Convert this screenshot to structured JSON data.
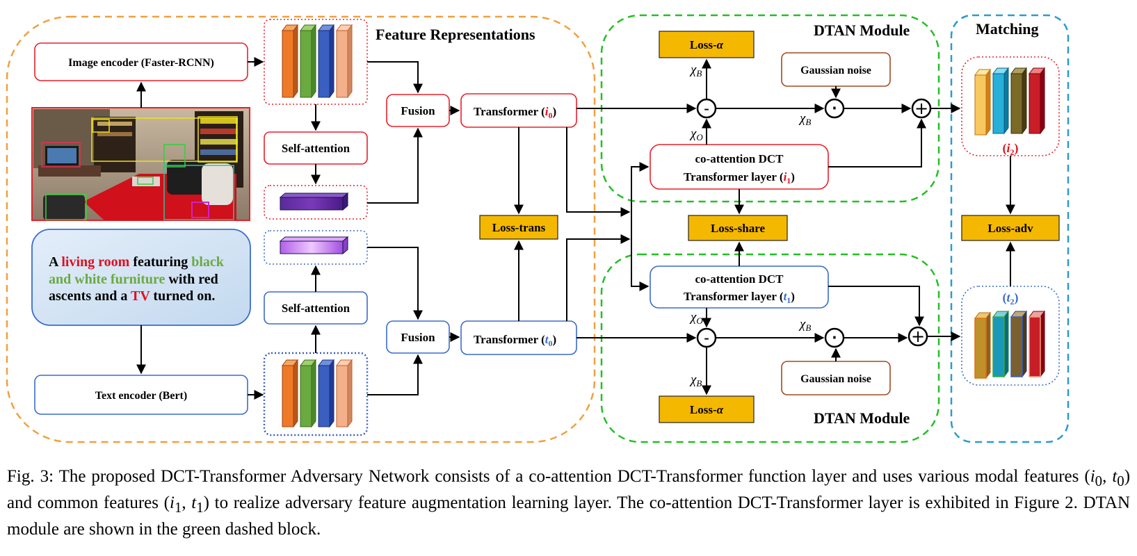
{
  "groups": {
    "feature_title": "Feature Representations",
    "dtan_top_title": "DTAN Module",
    "dtan_bottom_title": "DTAN Module",
    "matching_title": "Matching"
  },
  "boxes": {
    "image_encoder": "Image encoder (Faster-RCNN)",
    "text_encoder": "Text encoder (Bert)",
    "self_attention_img": "Self-attention",
    "self_attention_txt": "Self-attention",
    "fusion_img": "Fusion",
    "fusion_txt": "Fusion",
    "transformer_img": "Transformer",
    "transformer_img_sym": "i",
    "transformer_img_sub": "0",
    "transformer_txt": "Transformer",
    "transformer_txt_sym": "t",
    "transformer_txt_sub": "0",
    "coatt_img_line1": "co-attention DCT",
    "coatt_img_line2": "Transformer layer",
    "coatt_img_sym": "i",
    "coatt_img_sub": "1",
    "coatt_txt_line1": "co-attention DCT",
    "coatt_txt_line2": "Transformer layer",
    "coatt_txt_sym": "t",
    "coatt_txt_sub": "1",
    "gaussian_top": "Gaussian noise",
    "gaussian_bottom": "Gaussian noise",
    "out_img_sym": "i",
    "out_img_sub": "2",
    "out_txt_sym": "t",
    "out_txt_sub": "2"
  },
  "losses": {
    "alpha_top": "Loss-",
    "alpha_bottom": "Loss-",
    "alpha_symbol": "α",
    "trans": "Loss-trans",
    "share": "Loss-share",
    "adv": "Loss-adv"
  },
  "operators": {
    "minus": "-",
    "dot": "⋅",
    "plus": "+"
  },
  "variables": {
    "x": "χ",
    "b": "B",
    "o": "O"
  },
  "text_sample": {
    "seg1": "A ",
    "seg2": "living room",
    "seg3": " featuring ",
    "seg4": "black",
    "seg5": "and white furniture",
    "seg6": " with red",
    "seg7": "ascents and a ",
    "seg8": "TV",
    "seg9": " turned on."
  },
  "caption": {
    "c1": "Fig. 3: The proposed DCT-Transformer Adversary Network consists of a co-attention DCT-Transformer function layer and uses various modal features (",
    "c2": "i",
    "c3": "0",
    "c4": ", ",
    "c5": "t",
    "c6": "0",
    "c7": ") and common features (",
    "c8": "i",
    "c9": "1",
    "c10": ", ",
    "c11": "t",
    "c12": "1",
    "c13": ") to realize adversary feature augmentation learning layer. The co-attention DCT-Transformer layer is exhibited in Figure 2. DTAN module are shown in the green dashed block."
  },
  "colors": {
    "orange_dash": "#f0a040",
    "green_dash": "#22c022",
    "blue_dash": "#2a9bd0",
    "red_box": "#e8202a",
    "blue_box": "#3a6ccc",
    "brown_box": "#a04a20",
    "loss_fill": "#f5b800",
    "red_text": "#e01020",
    "green_text": "#6aaa40",
    "blue_text": "#3a6ccc",
    "text_bubble": "#cfe2f4"
  }
}
